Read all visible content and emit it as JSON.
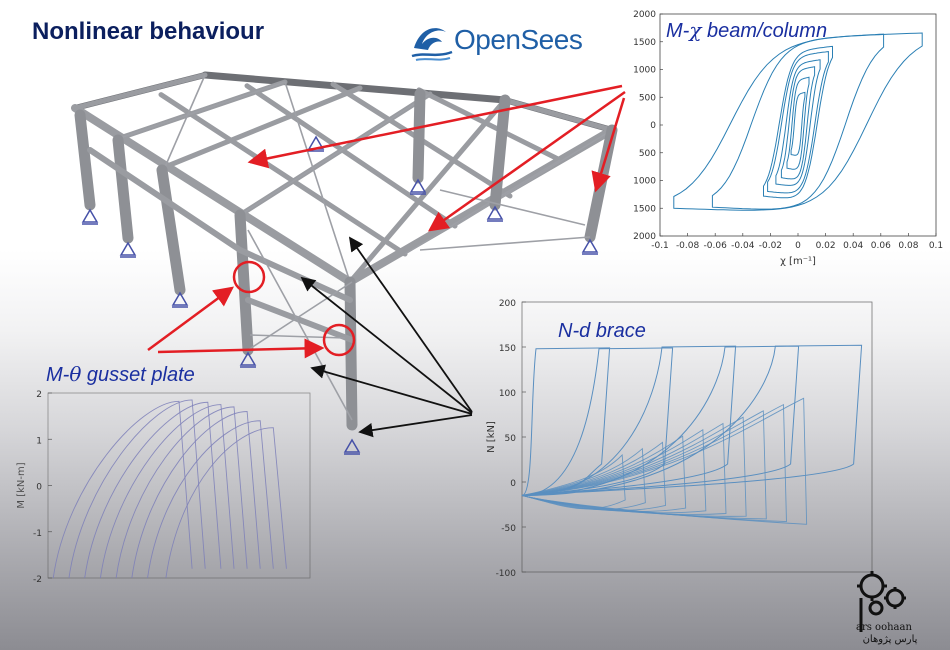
{
  "slide": {
    "title": "Nonlinear behaviour",
    "logo_text": "OpenSees",
    "brand_color": "#1f5fa6",
    "title_color": "#0b1f5e",
    "arrow_red": "#e31e24",
    "arrow_black": "#111111"
  },
  "panels": {
    "beam": {
      "label_prefix": "M-",
      "label_symbol": "χ",
      "label_suffix": " beam/column"
    },
    "brace": {
      "label": "N-d brace"
    },
    "gusset": {
      "label_prefix": "M-",
      "label_symbol": "θ",
      "label_suffix": " gusset plate"
    }
  },
  "watermark": {
    "text_latin": "ars  oohaan",
    "text_farsi": "پارس پژوهان"
  },
  "chart_data": [
    {
      "type": "line",
      "name": "beam-column hysteresis",
      "xlabel": "χ [m⁻¹]",
      "ylabel": "",
      "xlim": [
        -0.1,
        0.1
      ],
      "ylim": [
        -2000,
        2000
      ],
      "xticks": [
        -0.1,
        -0.08,
        -0.06,
        -0.04,
        -0.02,
        0,
        0.02,
        0.04,
        0.06,
        0.08,
        0.1
      ],
      "yticks": [
        2000,
        1500,
        1000,
        500,
        0,
        500,
        1000,
        1500,
        2000
      ],
      "color": "#2a7fb4",
      "loops": [
        {
          "amp": 0.005,
          "m": 560,
          "k": 0.06
        },
        {
          "amp": 0.008,
          "m": 820,
          "k": 0.05
        },
        {
          "amp": 0.012,
          "m": 1000,
          "k": 0.04
        },
        {
          "amp": 0.016,
          "m": 1120,
          "k": 0.035
        },
        {
          "amp": 0.022,
          "m": 1260,
          "k": 0.03
        },
        {
          "amp": 0.025,
          "m": 1350,
          "k": 0.028
        },
        {
          "amp": 0.062,
          "m": 1560,
          "k": 0.02
        },
        {
          "amp": 0.09,
          "m": 1580,
          "k": 0.018
        }
      ]
    },
    {
      "type": "line",
      "name": "brace hysteresis",
      "xlabel": "",
      "ylabel": "N  [kN]",
      "ylim": [
        -100,
        200
      ],
      "yticks": [
        200,
        150,
        100,
        50,
        0,
        -50,
        -100
      ],
      "color": "#5a8fc0",
      "tension_caps": [
        {
          "d0": 0.0,
          "d1": 0.3,
          "n": 148
        },
        {
          "d0": 0.25,
          "d1": 0.55,
          "n": 148
        },
        {
          "d0": 0.5,
          "d1": 0.8,
          "n": 150
        },
        {
          "d0": 0.75,
          "d1": 1.05,
          "n": 150
        },
        {
          "d0": 0.95,
          "d1": 1.3,
          "n": 151
        }
      ]
    },
    {
      "type": "line",
      "name": "gusset plate hysteresis",
      "xlabel": "",
      "ylabel": "M  [kN-m]",
      "ylim": [
        -2,
        2
      ],
      "yticks": [
        2,
        1,
        0,
        -1,
        -2
      ],
      "color": "#7d7fb8",
      "peaks": [
        {
          "x0": 0.02,
          "x1": 0.55,
          "m": 1.82
        },
        {
          "x0": 0.08,
          "x1": 0.6,
          "m": 1.85
        },
        {
          "x0": 0.14,
          "x1": 0.66,
          "m": 1.8
        },
        {
          "x0": 0.2,
          "x1": 0.71,
          "m": 1.75
        },
        {
          "x0": 0.26,
          "x1": 0.76,
          "m": 1.7
        },
        {
          "x0": 0.32,
          "x1": 0.81,
          "m": 1.6
        },
        {
          "x0": 0.38,
          "x1": 0.86,
          "m": 1.4
        },
        {
          "x0": 0.45,
          "x1": 0.91,
          "m": 1.25
        }
      ]
    }
  ]
}
